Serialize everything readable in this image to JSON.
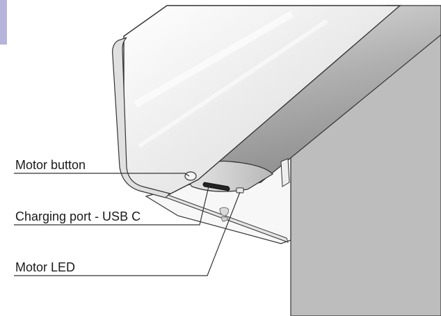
{
  "callouts": [
    {
      "id": "motor-button",
      "text": "Motor button"
    },
    {
      "id": "charging-port",
      "text": "Charging port - USB C"
    },
    {
      "id": "motor-led",
      "text": "Motor LED"
    }
  ],
  "colors": {
    "tab": "#b6b4da",
    "outline": "#333333",
    "shade_grey": "#bdbdbd",
    "housing_light": "#f2f2f2",
    "tube_dark": "#9c9c9c"
  }
}
